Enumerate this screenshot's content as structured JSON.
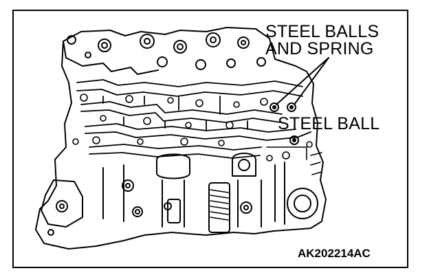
{
  "callouts": {
    "steel_balls_and_spring": [
      "STEEL BALLS",
      "AND SPRING"
    ],
    "steel_ball": "STEEL BALL"
  },
  "figure_code": "AK202214AC",
  "colors": {
    "ink": "#000000",
    "paper": "#ffffff"
  }
}
